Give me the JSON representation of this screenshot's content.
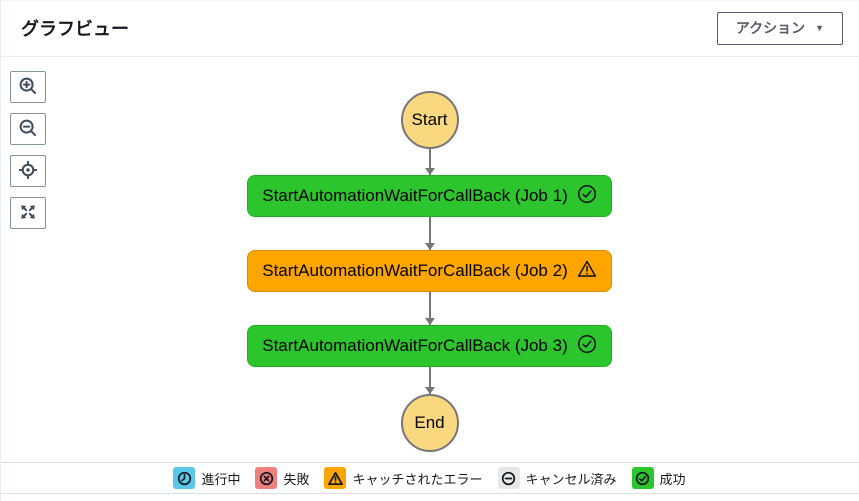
{
  "header": {
    "title": "グラフビュー",
    "action_label": "アクション",
    "action_caret": "▼"
  },
  "toolbar": {
    "buttons": [
      {
        "name": "zoom-in",
        "icon": "magnifier-plus-icon"
      },
      {
        "name": "zoom-out",
        "icon": "magnifier-minus-icon"
      },
      {
        "name": "center-graph",
        "icon": "locate-target-icon"
      },
      {
        "name": "fit-to-view",
        "icon": "expand-arrows-icon"
      }
    ]
  },
  "graph": {
    "start_label": "Start",
    "end_label": "End",
    "tasks": [
      {
        "label": "StartAutomationWaitForCallBack (Job 1)",
        "status": "成功",
        "status_icon": "check-circle-icon",
        "color": "#2dc52d"
      },
      {
        "label": "StartAutomationWaitForCallBack (Job 2)",
        "status": "キャッチされたエラー",
        "status_icon": "warning-triangle-icon",
        "color": "#ffa500"
      },
      {
        "label": "StartAutomationWaitForCallBack (Job 3)",
        "status": "成功",
        "status_icon": "check-circle-icon",
        "color": "#2dc52d"
      }
    ]
  },
  "legend": {
    "items": [
      {
        "label": "進行中",
        "icon": "clock-icon",
        "color": "#5ac9e8"
      },
      {
        "label": "失敗",
        "icon": "x-circle-icon",
        "color": "#f08080"
      },
      {
        "label": "キャッチされたエラー",
        "icon": "warning-triangle-icon",
        "color": "#ffa500"
      },
      {
        "label": "キャンセル済み",
        "icon": "minus-circle-icon",
        "color": "#e7e7e7"
      },
      {
        "label": "成功",
        "icon": "check-circle-icon",
        "color": "#2dc52d"
      }
    ]
  },
  "colors": {
    "succeeded": "#2dc52d",
    "caught_error": "#ffa500",
    "start_end_node": "#f9d87f",
    "header_border": "#eaeded",
    "edge": "#757575"
  }
}
